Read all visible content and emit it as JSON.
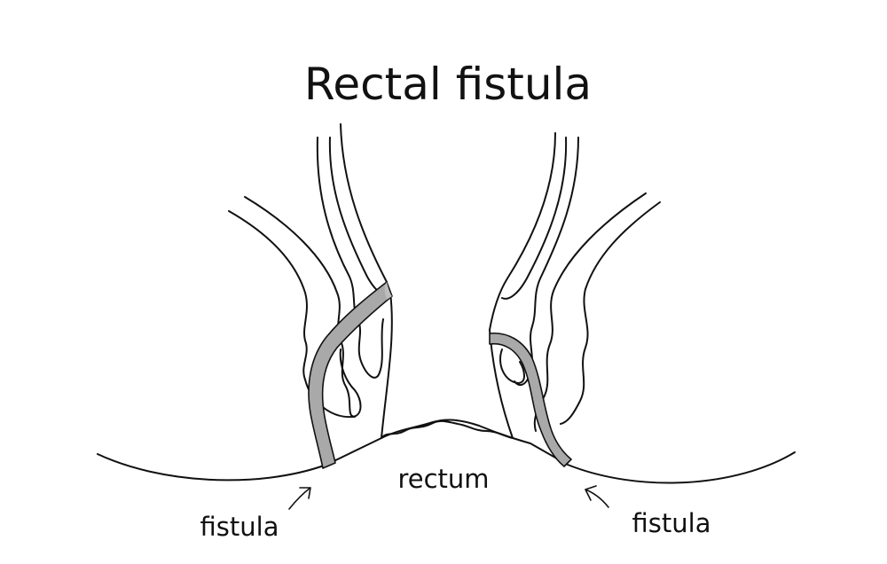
{
  "title": "Rectal fistula",
  "labels": {
    "center": "rectum",
    "left": "fistula",
    "right": "fistula"
  },
  "colors": {
    "line": "#111111",
    "tract_fill": "#a9a9a9",
    "background": "#ffffff"
  }
}
